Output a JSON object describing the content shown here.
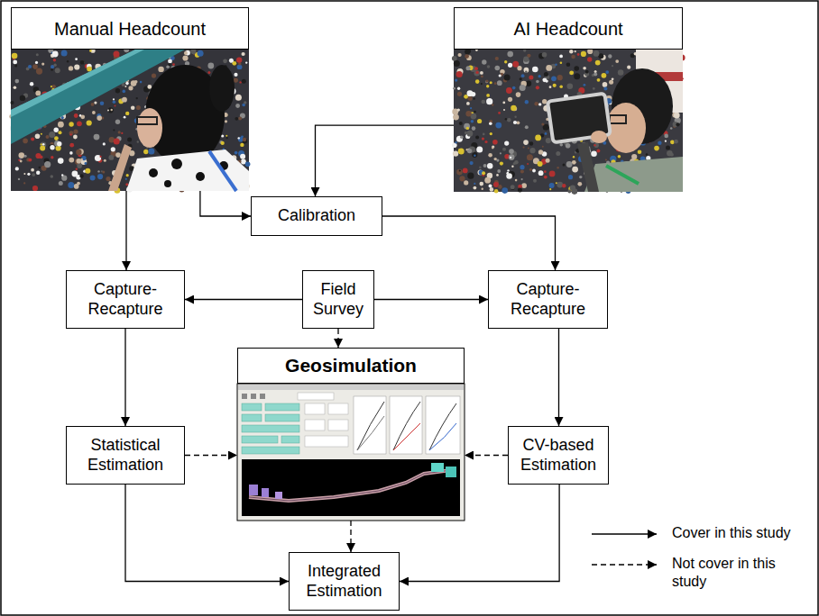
{
  "diagram": {
    "nodes": [
      {
        "text": [
          "Manual Headcount"
        ]
      },
      {
        "text": [
          "AI Headcount"
        ]
      },
      {
        "text": [
          "Calibration"
        ]
      },
      {
        "text": [
          "Capture-Recapture"
        ]
      },
      {
        "text": [
          "Field Survey"
        ]
      },
      {
        "text": [
          "Capture-Recapture"
        ]
      },
      {
        "text": [
          "Geosimulation"
        ]
      },
      {
        "text": [
          "Statistical Estimation"
        ]
      },
      {
        "text": [
          "CV-based Estimation"
        ]
      },
      {
        "text": [
          "Integrated Estimation"
        ]
      }
    ],
    "edges": [
      {
        "from": 0,
        "to": 3,
        "arrow": "to"
      },
      {
        "from": 0,
        "to": 2,
        "arrow": "to"
      },
      {
        "from": 1,
        "to": 2,
        "arrow": "to"
      },
      {
        "from": 2,
        "to": 5,
        "arrow": "to"
      },
      {
        "from": 4,
        "to": 3,
        "arrow": "to"
      },
      {
        "from": 4,
        "to": 5,
        "arrow": "to"
      },
      {
        "from": 4,
        "to": 6,
        "arrow": "to"
      },
      {
        "from": 3,
        "to": 7,
        "arrow": "to"
      },
      {
        "from": 5,
        "to": 8,
        "arrow": "to"
      },
      {
        "from": 7,
        "to": 6,
        "arrow": "to"
      },
      {
        "from": 8,
        "to": 6,
        "arrow": "to"
      },
      {
        "from": 7,
        "to": 9,
        "arrow": "to"
      },
      {
        "from": 8,
        "to": 9,
        "arrow": "to"
      },
      {
        "from": 6,
        "to": 9,
        "arrow": "to"
      }
    ],
    "legend": [
      {
        "text": "Cover in this study"
      },
      {
        "text": "Not cover in this study"
      }
    ]
  }
}
